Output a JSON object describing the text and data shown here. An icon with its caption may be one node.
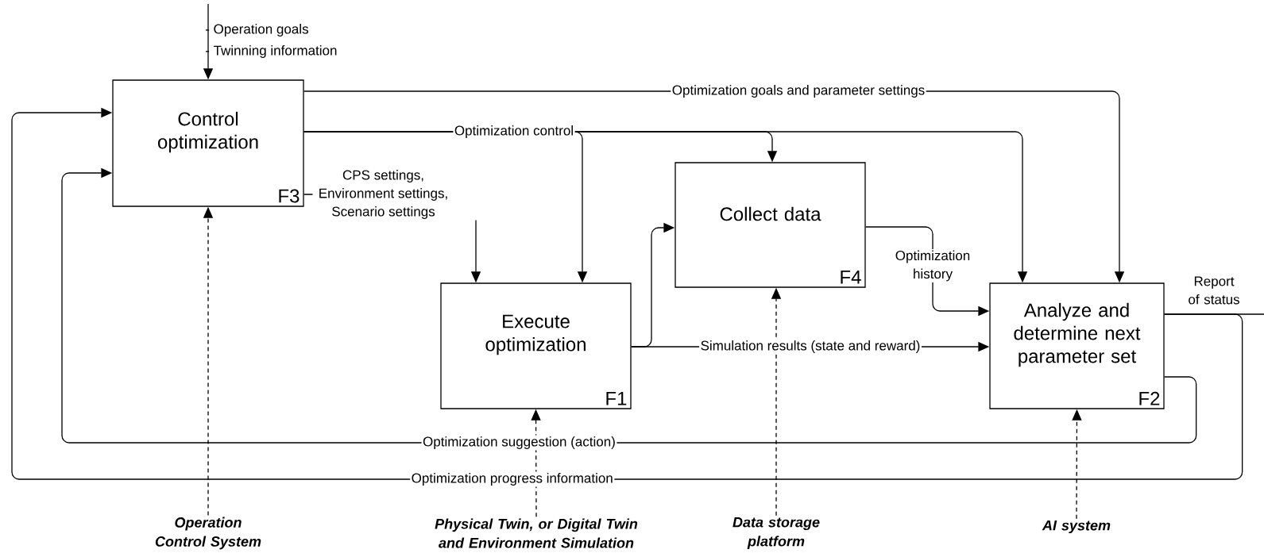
{
  "diagram": {
    "nodes": [
      {
        "text": [
          "Control optimization",
          "F3"
        ]
      },
      {
        "text": [
          "Collect data",
          "F4"
        ]
      },
      {
        "text": [
          "Execute optimization",
          "F1"
        ]
      },
      {
        "text": [
          "Analyze and determine next parameter set",
          "F2"
        ]
      },
      {
        "text": [
          "Operation Control System"
        ]
      },
      {
        "text": [
          "Physical Twin, or Digital Twin and Environment Simulation"
        ]
      },
      {
        "text": [
          "Data storage platform"
        ]
      },
      {
        "text": [
          "AI system"
        ]
      }
    ],
    "edges": [
      {
        "from": null,
        "to": 0,
        "arrow": "to"
      },
      {
        "from": 0,
        "to": 3,
        "arrow": "to",
        "label": "Optimization goals and parameter settings"
      },
      {
        "from": 0,
        "to": 1,
        "arrow": "to",
        "label": "Optimization control"
      },
      {
        "from": 0,
        "to": 2,
        "arrow": "to"
      },
      {
        "from": 0,
        "to": 3,
        "arrow": "to"
      },
      {
        "from": 0,
        "to": 2,
        "arrow": "to",
        "label": "CPS settings, Environment settings, Scenario settings"
      },
      {
        "from": 2,
        "to": 1,
        "arrow": "to"
      },
      {
        "from": 2,
        "to": 3,
        "arrow": "to",
        "label": "Simulation results (state and reward)"
      },
      {
        "from": 1,
        "to": 3,
        "arrow": "to",
        "label": "Optimization history"
      },
      {
        "from": 3,
        "to": 0,
        "arrow": "to",
        "label": "Optimization suggestion (action)"
      },
      {
        "from": 3,
        "to": null,
        "arrow": "none",
        "label": "Report of status"
      },
      {
        "from": 3,
        "to": 0,
        "arrow": "to",
        "label": "Optimization progress information"
      },
      {
        "from": 4,
        "to": 0,
        "arrow": "to",
        "style": "dashed"
      },
      {
        "from": 5,
        "to": 2,
        "arrow": "to",
        "style": "dashed"
      },
      {
        "from": 6,
        "to": 1,
        "arrow": "to",
        "style": "dashed"
      },
      {
        "from": 7,
        "to": 3,
        "arrow": "to",
        "style": "dashed"
      }
    ],
    "labels": [
      "- Operation goals",
      "- Twinning information"
    ]
  }
}
